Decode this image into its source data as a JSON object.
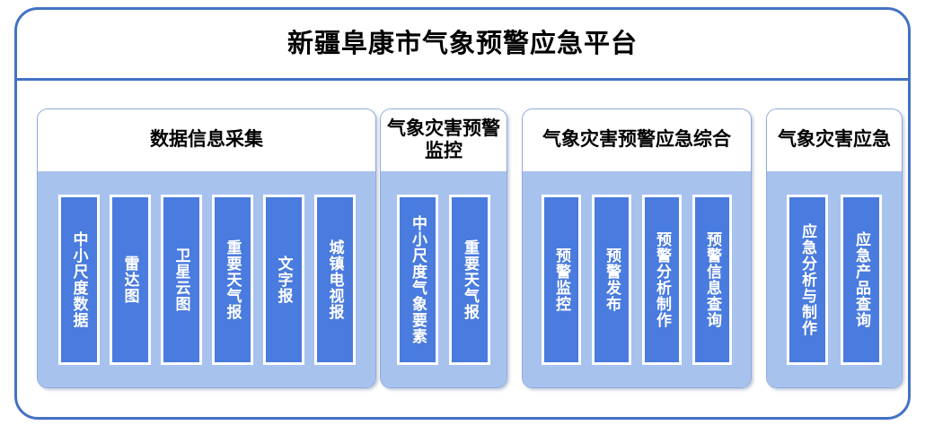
{
  "platform": {
    "title": "新疆阜康市气象预警应急平台",
    "frame_border_color": "#4472C4",
    "panel_body_color": "#A8C2EE",
    "item_box_color": "#4A7BDE",
    "item_text_color": "#FFFFFF"
  },
  "sections": [
    {
      "id": "collect",
      "title": "数据信息采集",
      "items": [
        {
          "label": "中小尺度数据"
        },
        {
          "label": "雷达图"
        },
        {
          "label": "卫星云图"
        },
        {
          "label": "重要天气报"
        },
        {
          "label": "文字报"
        },
        {
          "label": "城镇电视报"
        }
      ]
    },
    {
      "id": "monitor",
      "title": "气象灾害预警监控",
      "items": [
        {
          "label": "中小尺度气象要素"
        },
        {
          "label": "重要天气报"
        }
      ]
    },
    {
      "id": "comprehensive",
      "title": "气象灾害预警应急综合",
      "items": [
        {
          "label": "预警监控"
        },
        {
          "label": "预警发布"
        },
        {
          "label": "预警分析制作"
        },
        {
          "label": "预警信息查询"
        }
      ]
    },
    {
      "id": "emergency",
      "title": "气象灾害应急",
      "items": [
        {
          "label": "应急分析与制作"
        },
        {
          "label": "应急产品查询"
        }
      ]
    }
  ]
}
